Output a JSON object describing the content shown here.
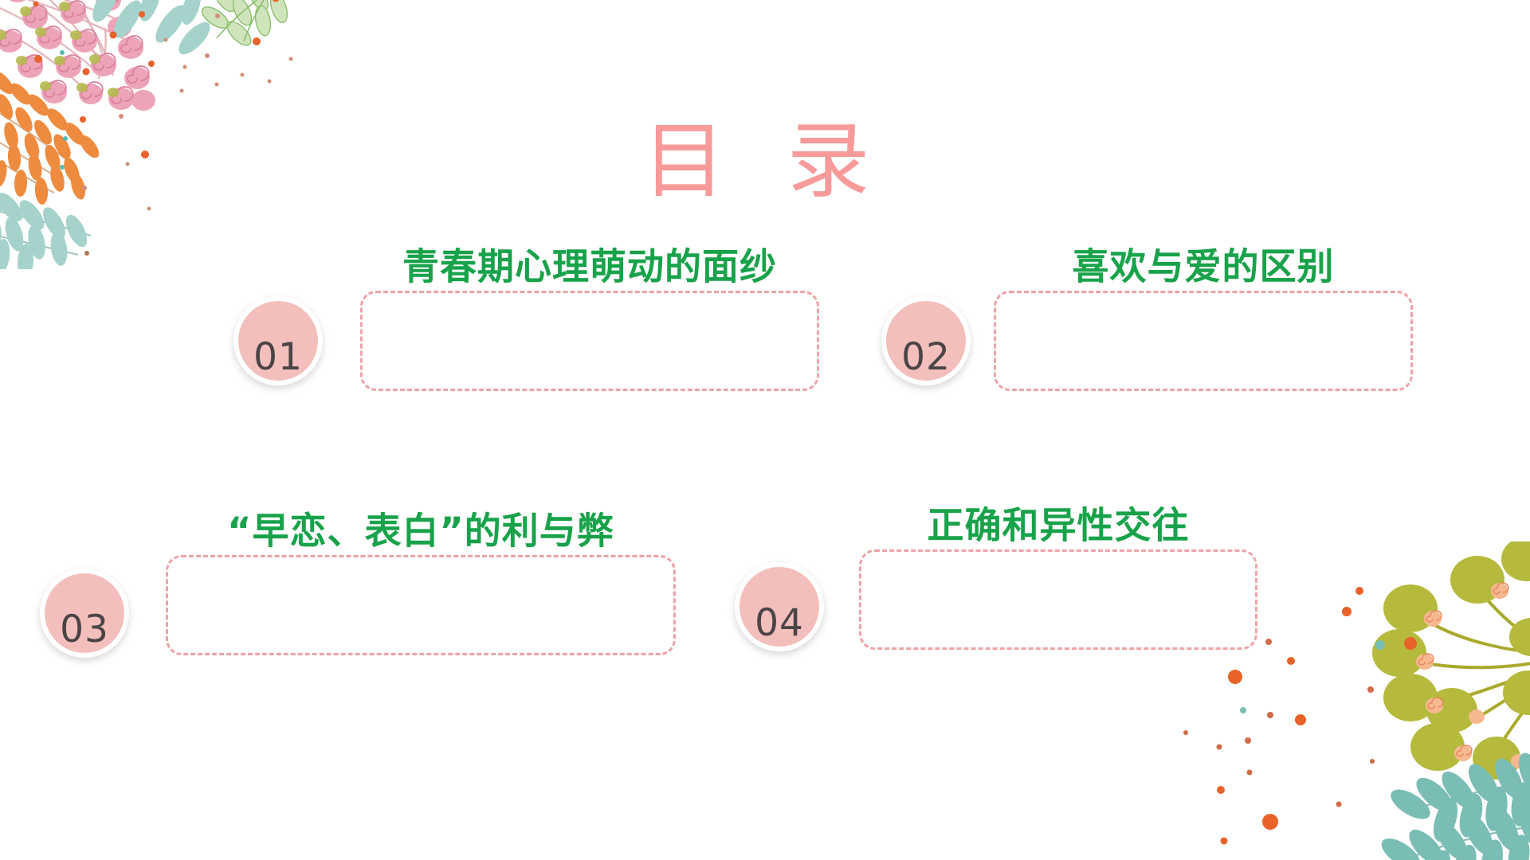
{
  "slide": {
    "kind": "presentation-slide",
    "title": "目 录",
    "title_color": "#f89a9a",
    "background_color": "#ffffff",
    "accent_green": "#18a24a",
    "accent_pink": "#eda3a6",
    "badge_fill": "#f3bfbd",
    "badge_number_color": "#4a4446"
  },
  "toc": {
    "items": [
      {
        "number": "01",
        "label": "青春期心理萌动的面纱"
      },
      {
        "number": "02",
        "label": "喜欢与爱的区别"
      },
      {
        "number": "03",
        "label": "“早恋、表白”的利与弊"
      },
      {
        "number": "04",
        "label": "正确和异性交往"
      }
    ]
  },
  "decorations": {
    "top_left": {
      "name": "floral-corner-top-left",
      "colors": [
        "#e8a0b4",
        "#ef8f55",
        "#a8d5cd",
        "#e8622a",
        "#c7ce6a",
        "#d9a3b2"
      ]
    },
    "bottom_right": {
      "name": "floral-corner-bottom-right",
      "colors": [
        "#b5ba3c",
        "#f5b28c",
        "#79bdb4",
        "#e8622a",
        "#a9a92c"
      ]
    }
  }
}
